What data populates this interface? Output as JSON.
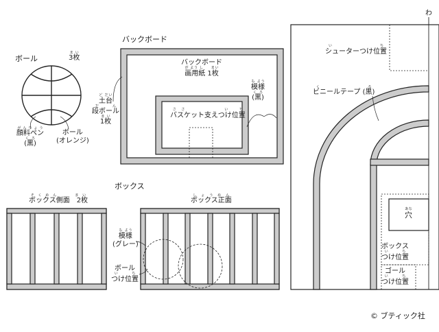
{
  "ball": {
    "title": "ボール",
    "count": "3枚",
    "count_ruby": "まい",
    "pen_label": "顔料ペン",
    "pen_ruby": "がんりょう",
    "pen_color": "(黒)",
    "pen_color_ruby": "くろ",
    "ball_label": "ボール",
    "ball_color": "(オレンジ)"
  },
  "backboard": {
    "title": "バックボード",
    "label_line1": "バックボード",
    "label_line2": "画用紙 1枚",
    "label_line2_ruby": "が よう し　　まい",
    "support_label": "バスケット支えつけ位置",
    "support_ruby": "ささ　　　　い ち",
    "pattern_label": "模様",
    "pattern_ruby": "も よう",
    "pattern_color": "(黒)",
    "pattern_color_ruby": "くろ",
    "base_label": "土台",
    "base_ruby": "ど だい",
    "cardboard_label": "段ボール",
    "cardboard_ruby": "だん",
    "cardboard_count": "1枚",
    "cardboard_count_ruby": "まい"
  },
  "box": {
    "title": "ボックス",
    "side_label": "ボックス側面　2枚",
    "side_ruby": "そくめん　　まい",
    "front_label": "ボックス正面",
    "front_ruby": "しょうめん",
    "pattern_label": "模様",
    "pattern_ruby": "も よう",
    "pattern_color": "(グレー)",
    "ball_pos_line1": "ボール",
    "ball_pos_line2": "つけ位置",
    "ball_pos_ruby": "い ち"
  },
  "court": {
    "top_mark": "わ",
    "shooter_label": "シューターつけ位置",
    "shooter_ruby": "い ち",
    "tape_label": "ビニールテープ (黒)",
    "tape_ruby": "くろ",
    "hole_label": "穴",
    "hole_ruby": "あな",
    "box_pos_line1": "ボックス",
    "box_pos_line2": "つけ位置",
    "box_pos_ruby": "い ち",
    "goal_pos_line1": "ゴール",
    "goal_pos_line2": "つけ位置",
    "goal_pos_ruby": "い ち"
  },
  "copyright": "© ブティック社",
  "colors": {
    "line": "#222222",
    "gray_fill": "#cccccc",
    "white": "#ffffff"
  }
}
